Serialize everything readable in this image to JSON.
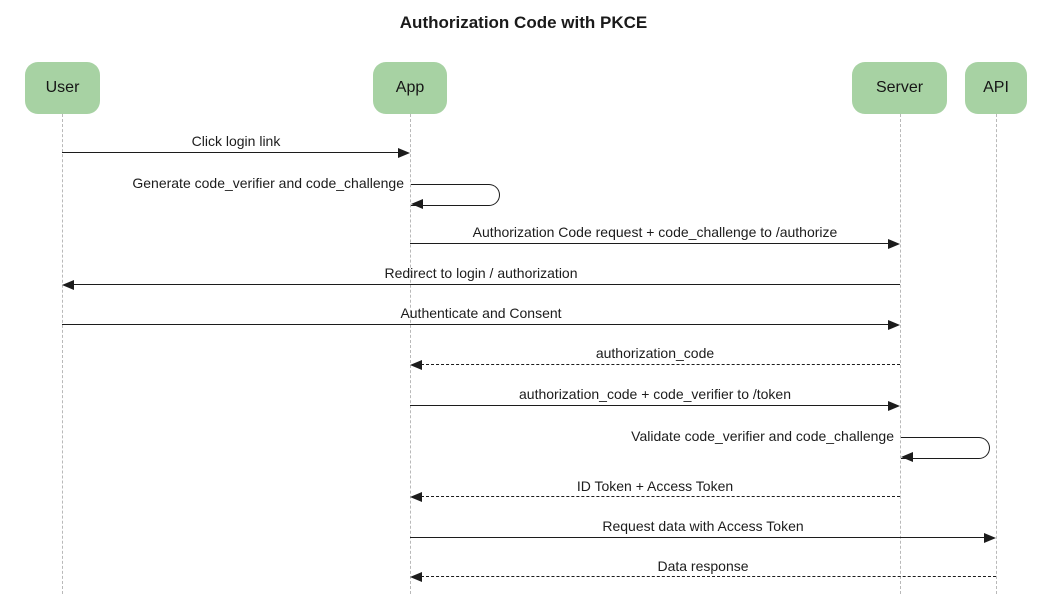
{
  "title": "Authorization Code with PKCE",
  "diagram_type": "sequence-diagram",
  "colors": {
    "actor_fill": "#a7d2a3",
    "lifeline": "#b9b9b9",
    "arrow": "#1c1c1c",
    "text": "#1c1c1c",
    "background": "#ffffff"
  },
  "actors": [
    {
      "label": "User"
    },
    {
      "label": "App"
    },
    {
      "label": "Server"
    },
    {
      "label": "API"
    }
  ],
  "messages": [
    {
      "label": "Click login link",
      "from": "User",
      "to": "App",
      "style": "solid"
    },
    {
      "label": "Generate code_verifier and code_challenge",
      "from": "App",
      "to": "App",
      "style": "self-loop"
    },
    {
      "label": "Authorization Code request + code_challenge to /authorize",
      "from": "App",
      "to": "Server",
      "style": "solid"
    },
    {
      "label": "Redirect to login / authorization",
      "from": "Server",
      "to": "User",
      "style": "solid"
    },
    {
      "label": "Authenticate and Consent",
      "from": "User",
      "to": "Server",
      "style": "solid"
    },
    {
      "label": "authorization_code",
      "from": "Server",
      "to": "App",
      "style": "dashed"
    },
    {
      "label": "authorization_code + code_verifier to /token",
      "from": "App",
      "to": "Server",
      "style": "solid"
    },
    {
      "label": "Validate code_verifier and code_challenge",
      "from": "Server",
      "to": "Server",
      "style": "self-loop"
    },
    {
      "label": "ID Token + Access Token",
      "from": "Server",
      "to": "App",
      "style": "dashed"
    },
    {
      "label": "Request data with Access Token",
      "from": "App",
      "to": "API",
      "style": "solid"
    },
    {
      "label": "Data response",
      "from": "API",
      "to": "App",
      "style": "dashed"
    }
  ]
}
